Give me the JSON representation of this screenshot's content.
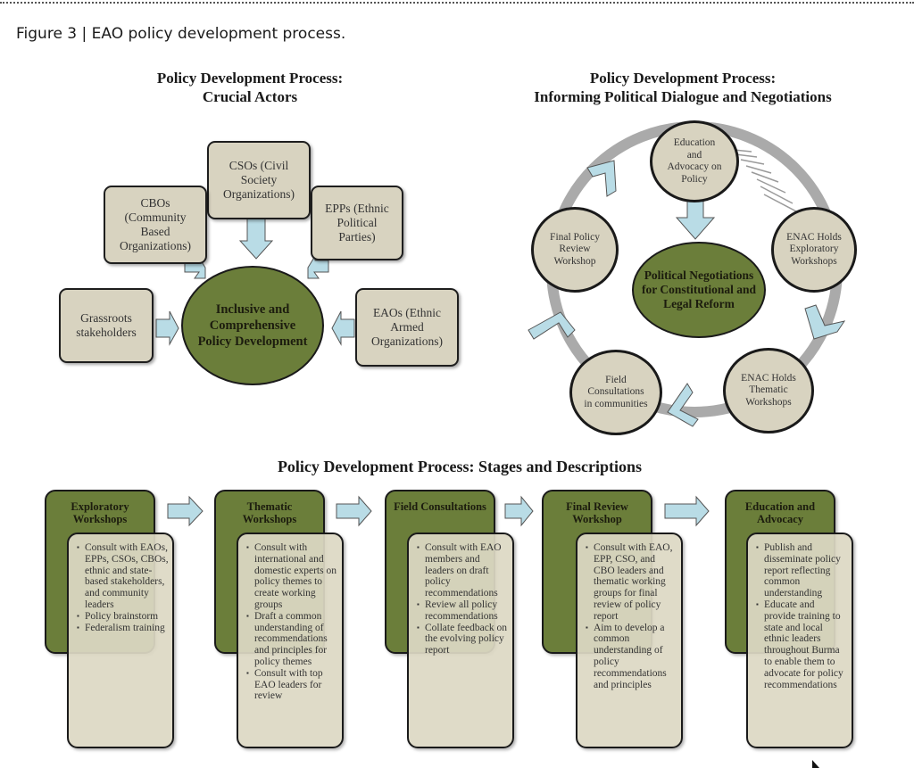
{
  "caption": "Figure 3  |  EAO policy development process.",
  "actors": {
    "title_line1": "Policy Development Process:",
    "title_line2": "Crucial Actors",
    "center": "Inclusive and Comprehensive Policy Development",
    "nodes": {
      "csos": "CSOs (Civil Society Organizations)",
      "cbos": "CBOs (Community Based Organizations)",
      "epps": "EPPs (Ethnic Political Parties)",
      "grassroots": "Grassroots stakeholders",
      "eaos": "EAOs (Ethnic Armed Organizations)"
    }
  },
  "cycle": {
    "title_line1": "Policy Development Process:",
    "title_line2": "Informing Political Dialogue and Negotiations",
    "center": "Political Negotiations for Constitutional and Legal Reform",
    "nodes": {
      "education": "Education and Advocacy on Policy",
      "exploratory": "ENAC Holds Exploratory Workshops",
      "thematic": "ENAC Holds Thematic Workshops",
      "field": "Field Consultations in communities",
      "final": "Final Policy Review Workshop"
    }
  },
  "stages": {
    "title": "Policy Development Process: Stages and Descriptions",
    "items": [
      {
        "title": "Exploratory Workshops",
        "bullets": [
          "Consult with EAOs, EPPs, CSOs, CBOs, ethnic and state-based stakeholders, and community leaders",
          "Policy brainstorm",
          "Federalism training"
        ]
      },
      {
        "title": "Thematic Workshops",
        "bullets": [
          "Consult with international and domestic experts on policy themes to create working groups",
          "Draft a common understanding of recommendations and principles for policy themes",
          "Consult with top EAO leaders for review"
        ]
      },
      {
        "title": "Field Consultations",
        "bullets": [
          "Consult with EAO members and leaders on draft policy recommendations",
          "Review all policy recommendations",
          "Collate feedback on the evolving policy report"
        ]
      },
      {
        "title": "Final Review Workshop",
        "bullets": [
          "Consult with EAO, EPP, CSO, and CBO leaders and thematic working groups for final review of policy report",
          "Aim to develop a common understanding of policy recommendations and principles"
        ]
      },
      {
        "title": "Education and Advocacy",
        "bullets": [
          "Publish and disseminate policy report reflecting common understanding",
          "Educate and provide training to state and local ethnic leaders throughout Burma to enable them to advocate for policy recommendations"
        ]
      }
    ]
  },
  "colors": {
    "green": "#6b7e3a",
    "beige": "#d8d3c0",
    "arrow": "#b9dce6",
    "ring": "#aaaaaa"
  }
}
